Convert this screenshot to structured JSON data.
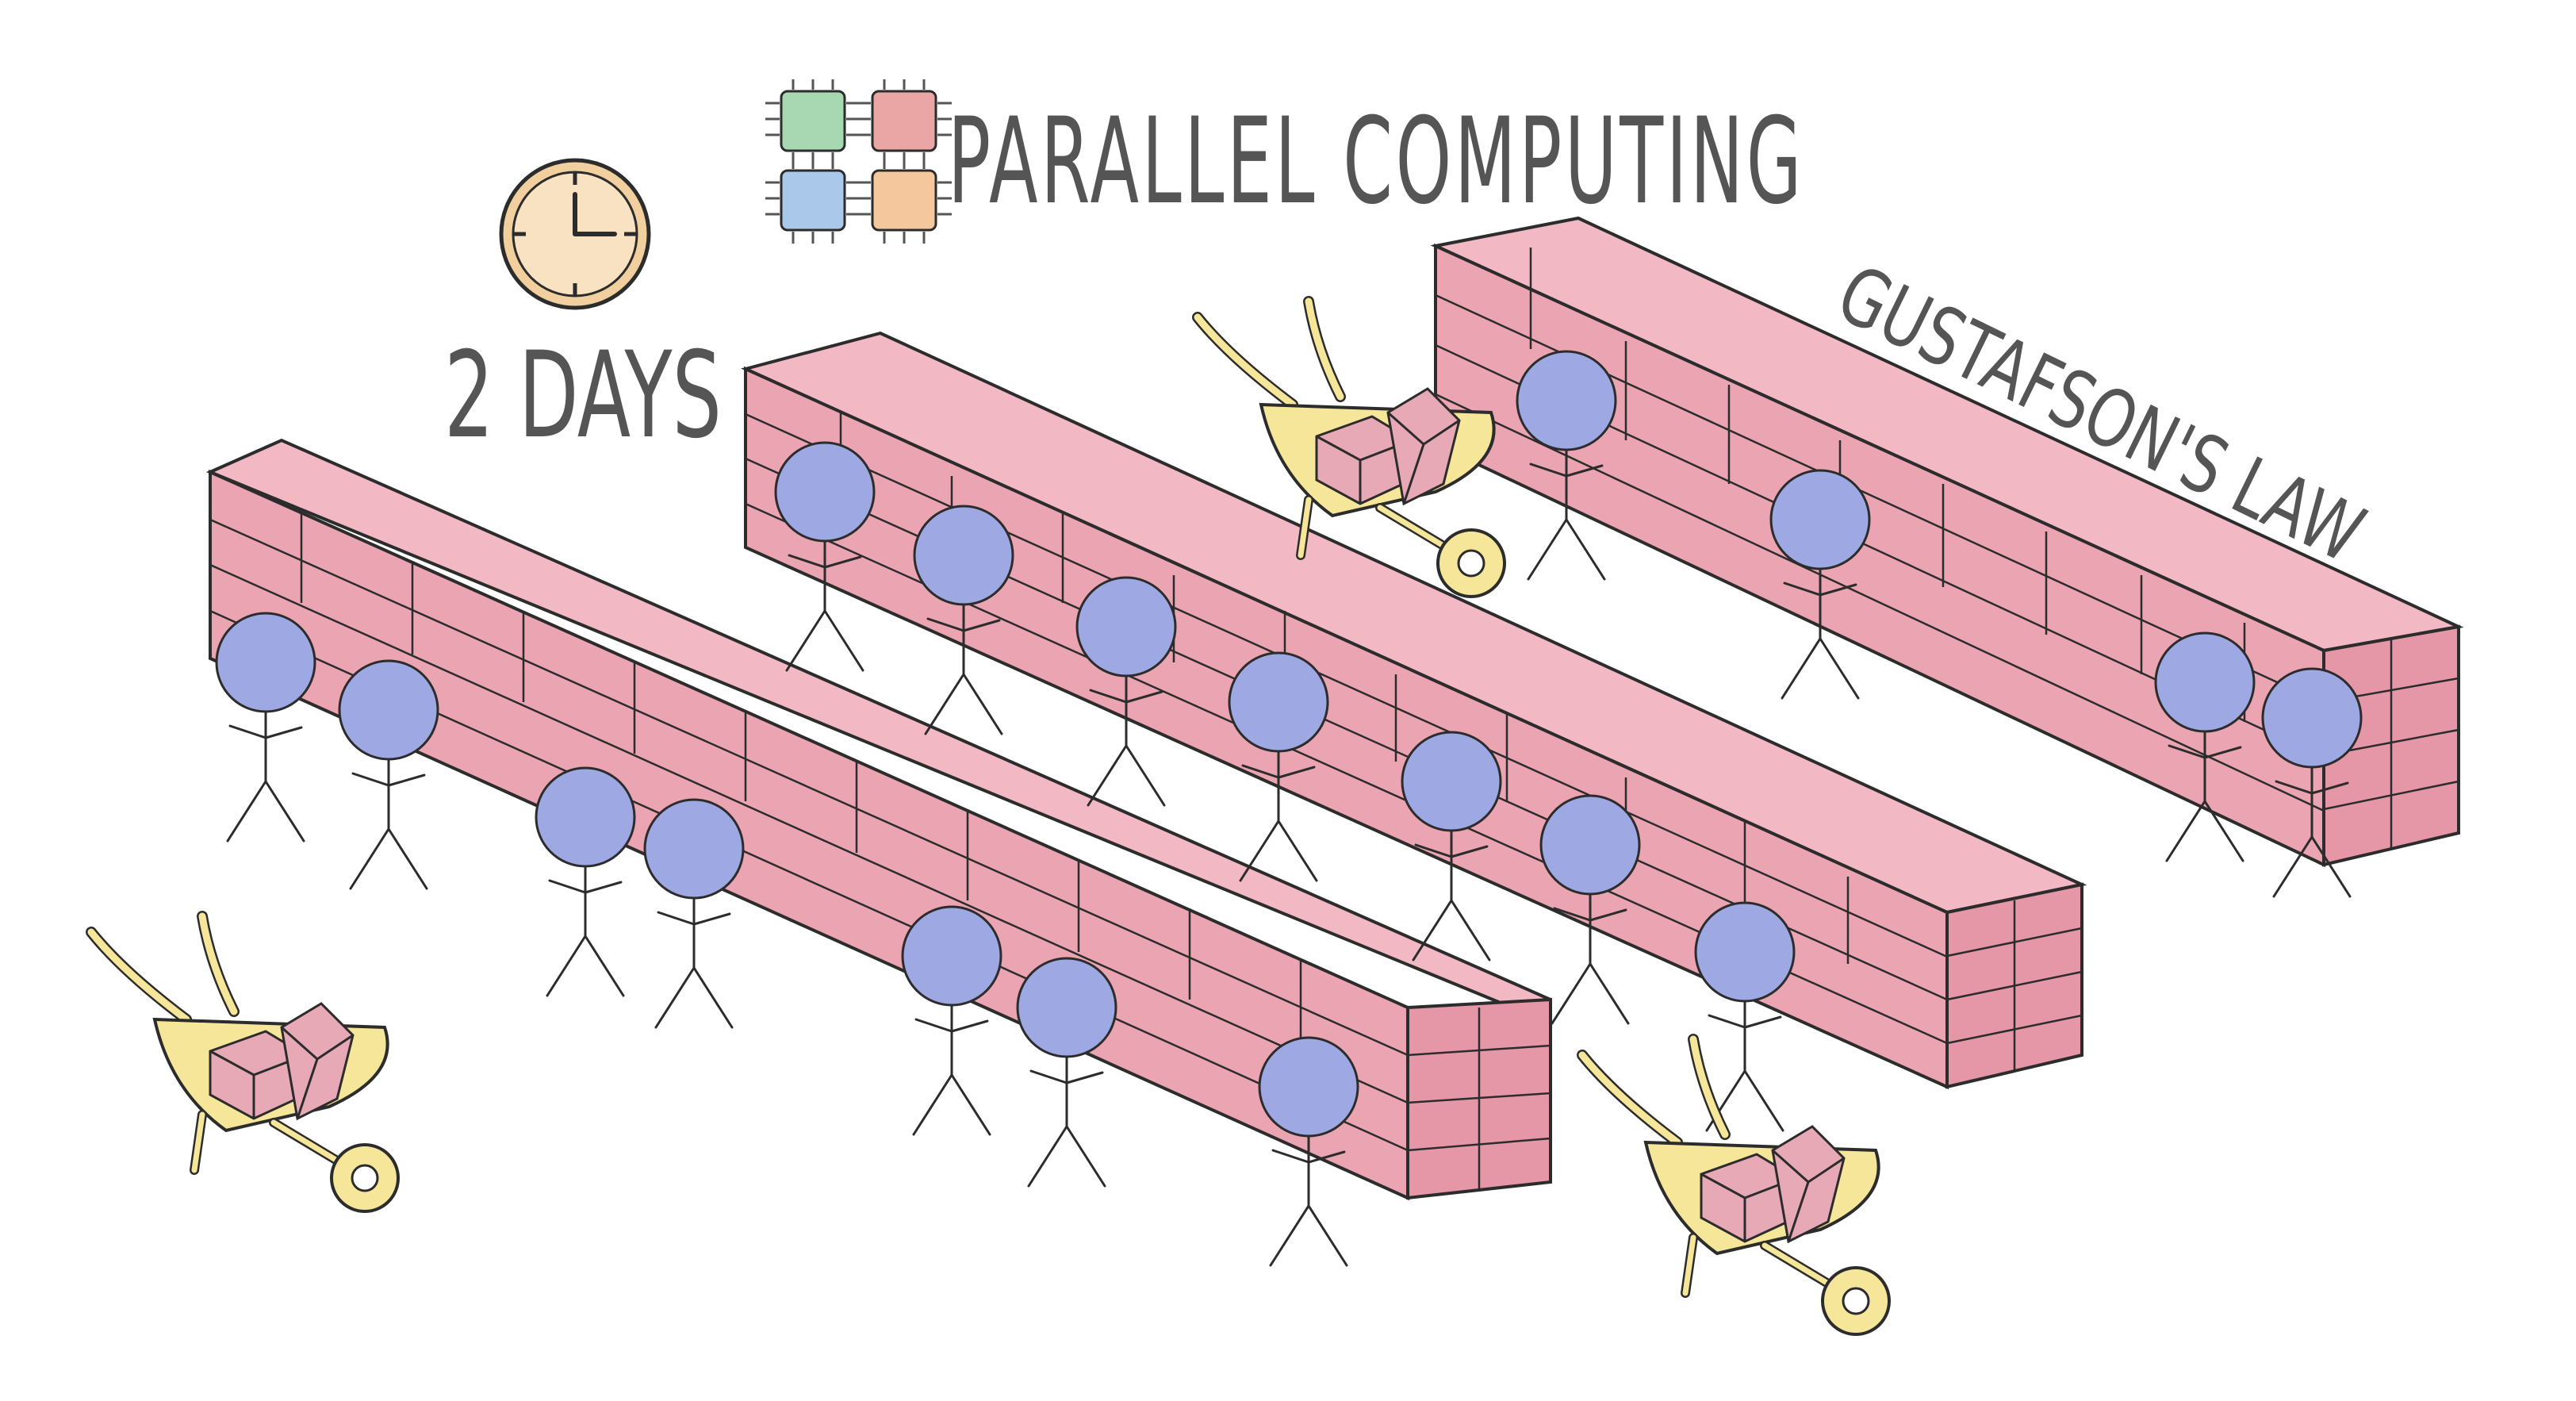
{
  "title": "PARALLEL COMPUTING",
  "duration": "2 DAYS",
  "law": "GUSTAFSON'S LAW",
  "colors": {
    "wall_fill": "#eba4b2",
    "wall_stroke": "#2c2c2c",
    "head_fill": "#9ea8e3",
    "barrow_fill": "#f6e69a",
    "brick_fill": "#e8a9b7",
    "clock_fill": "#f1cf9f",
    "chip_green": "#a8d8b2",
    "chip_red": "#eaa5a5",
    "chip_blue": "#aac8ea",
    "chip_orange": "#f5c79d",
    "text": "#555555"
  },
  "icons": [
    "clock-icon",
    "cpu-chips-icon",
    "wheelbarrow-icon",
    "brick-wall",
    "stick-figure-worker"
  ]
}
